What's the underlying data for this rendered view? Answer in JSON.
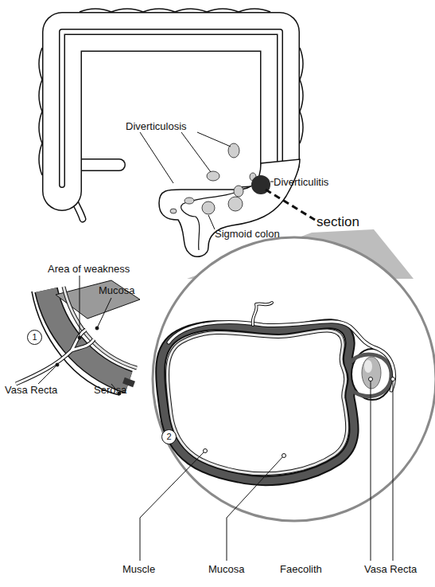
{
  "diagram": {
    "labels": [
      "Diverticulosis",
      "Diverticulitis",
      "Sigmoid colon",
      "section",
      "Area of weakness",
      "Mucosa",
      "1",
      "Vasa Recta",
      "Serosa",
      "2",
      "Muscle",
      "Mucosa",
      "Faecolith",
      "Vasa Recta"
    ]
  }
}
